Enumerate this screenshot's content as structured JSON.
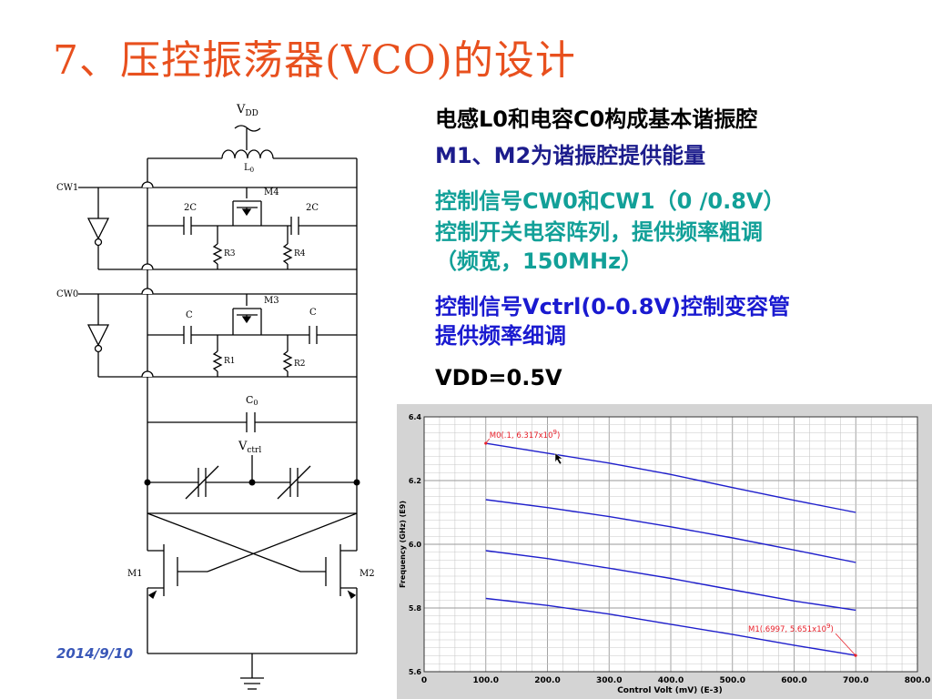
{
  "title": "7、压控振荡器(VCO)的设计",
  "description": {
    "line1": "电感L0和电容C0构成基本谐振腔",
    "line2": "M1、M2为谐振腔提供能量",
    "line3": "控制信号CW0和CW1（0 /0.8V）",
    "line4": "控制开关电容阵列，提供频率粗调",
    "line5": "（频宽，150MHz）",
    "line6": "控制信号Vctrl(0-0.8V)控制变容管",
    "line7": "提供频率细调",
    "line8": "VDD=0.5V"
  },
  "colors": {
    "title": "#e8501e",
    "black": "#000000",
    "navy": "#1c1c8c",
    "teal": "#12a098",
    "blue": "#1a1ad0",
    "date": "#3a58b8",
    "series": "#1f1fcc",
    "marker": "#e8202a"
  },
  "date": "2014/9/10",
  "circuit": {
    "vdd": "V",
    "vdd_sub": "DD",
    "l0": "L",
    "l0_sub": "0",
    "cw1": "CW1",
    "cw0": "CW0",
    "m4": "M4",
    "m3": "M3",
    "m1": "M1",
    "m2": "M2",
    "cap_2c_left": "2C",
    "cap_2c_right": "2C",
    "cap_c_left": "C",
    "cap_c_right": "C",
    "r1": "R1",
    "r2": "R2",
    "r3": "R3",
    "r4": "R4",
    "c0": "C",
    "c0_sub": "0",
    "vctrl": "V",
    "vctrl_sub": "ctrl"
  },
  "chart_data": {
    "type": "line",
    "xlabel": "Control Volt (mV) (E-3)",
    "ylabel": "Frequency (GHz) (E9)",
    "xlim": [
      0,
      800
    ],
    "ylim": [
      5.6,
      6.4
    ],
    "x_ticks": [
      "0",
      "100.0",
      "200.0",
      "300.0",
      "400.0",
      "500.0",
      "600.0",
      "700.0",
      "800.0"
    ],
    "y_ticks": [
      "5.6",
      "5.8",
      "6.0",
      "6.2",
      "6.4"
    ],
    "grid": true,
    "series": [
      {
        "x": [
          100,
          200,
          300,
          400,
          500,
          600,
          700
        ],
        "y": [
          6.317,
          6.286,
          6.255,
          6.219,
          6.178,
          6.138,
          6.1
        ]
      },
      {
        "x": [
          100,
          200,
          300,
          400,
          500,
          600,
          700
        ],
        "y": [
          6.14,
          6.115,
          6.087,
          6.055,
          6.02,
          5.982,
          5.943
        ]
      },
      {
        "x": [
          100,
          200,
          300,
          400,
          500,
          600,
          700
        ],
        "y": [
          5.98,
          5.955,
          5.925,
          5.893,
          5.857,
          5.822,
          5.793
        ]
      },
      {
        "x": [
          100,
          200,
          300,
          400,
          500,
          600,
          700
        ],
        "y": [
          5.83,
          5.808,
          5.781,
          5.749,
          5.717,
          5.683,
          5.651
        ]
      }
    ],
    "markers": [
      {
        "x": 100,
        "y": 6.317,
        "label": "M0(.1, 6.317x10",
        "sup": "9",
        "close": ")"
      },
      {
        "x": 699.7,
        "y": 5.651,
        "label": "M1(.6997, 5.651x10",
        "sup": "9",
        "close": ")"
      }
    ]
  }
}
